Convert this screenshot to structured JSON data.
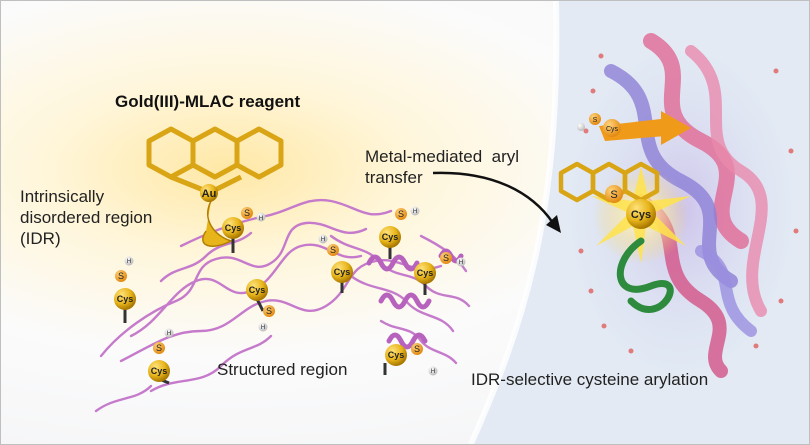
{
  "title": "Gold(III)-MLAC reagent",
  "labels": {
    "idr_lines": [
      "Intrinsically",
      "disordered region",
      "(IDR)"
    ],
    "structured": "Structured region",
    "transfer_lines": [
      "Metal-mediated  aryl",
      "transfer"
    ],
    "outcome": "IDR-selective cysteine arylation"
  },
  "atoms": {
    "gold": "Au",
    "cysteine": "Cys",
    "sulfur": "S",
    "hydrogen": "H"
  },
  "colors": {
    "gold": "#e7b41a",
    "gold_dark": "#b07f00",
    "protein_left": "#c57acb",
    "helix_pink": "#e0709a",
    "helix_purple": "#8c7fd6",
    "idr_green": "#2e8b3e",
    "sulfur": "#f2a531"
  }
}
